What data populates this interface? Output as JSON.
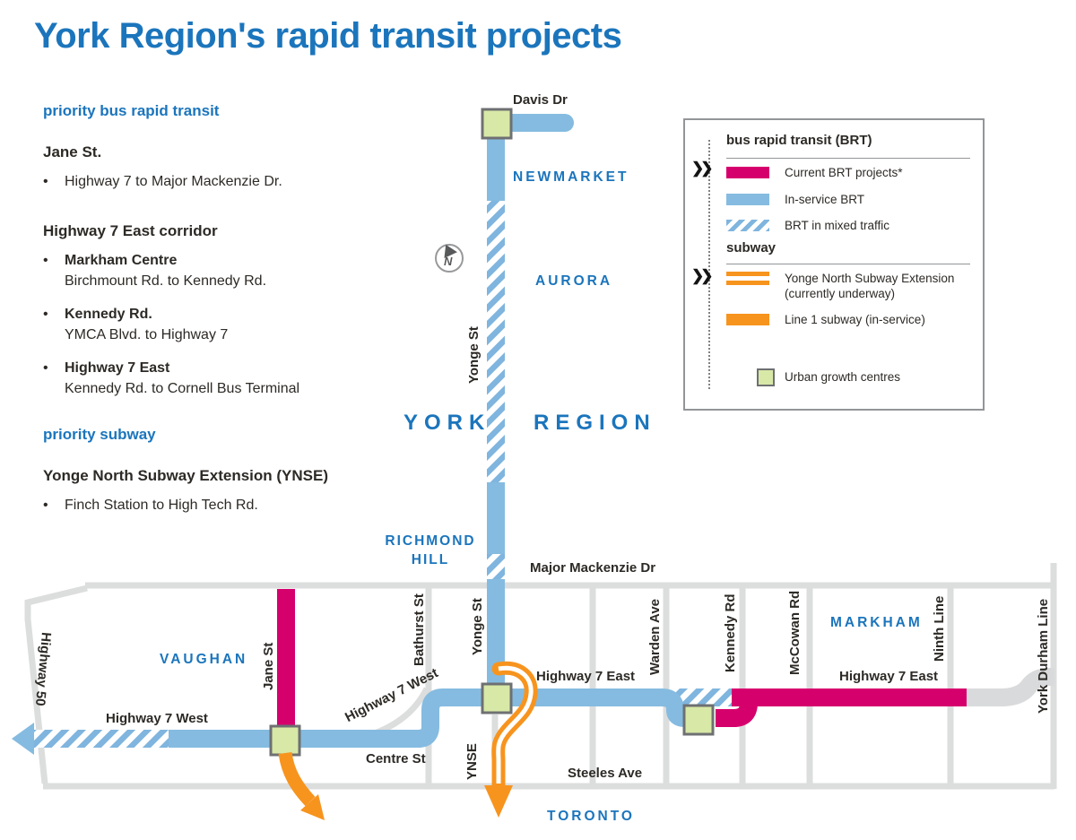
{
  "title": "York Region's rapid transit projects",
  "info_panel": {
    "heading_brt": "priority bus rapid transit",
    "jane": {
      "title": "Jane St.",
      "bullet": "Highway 7 to Major Mackenzie Dr."
    },
    "hwy7east": {
      "title": "Highway 7 East corridor",
      "items": [
        {
          "name": "Markham Centre",
          "detail": "Birchmount Rd. to Kennedy Rd."
        },
        {
          "name": "Kennedy Rd.",
          "detail": "YMCA Blvd. to Highway 7"
        },
        {
          "name": "Highway 7 East",
          "detail": "Kennedy Rd. to Cornell Bus Terminal"
        }
      ]
    },
    "heading_subway": "priority subway",
    "ynse": {
      "title": "Yonge North Subway Extension (YNSE)",
      "bullet": "Finch Station to High Tech Rd."
    }
  },
  "legend": {
    "chevron": "❯❯",
    "brt_heading": "bus rapid transit (BRT)",
    "brt_items": [
      {
        "label": "Current BRT projects*"
      },
      {
        "label": "In-service BRT"
      },
      {
        "label": "BRT in mixed traffic"
      }
    ],
    "subway_heading": "subway",
    "ynse_label_line1": "Yonge North Subway Extension",
    "ynse_label_line2": "(currently underway)",
    "line1_label": "Line 1 subway (in-service)",
    "ugc_label": "Urban growth centres"
  },
  "map": {
    "labels": {
      "davis_dr": "Davis Dr",
      "newmarket": "NEWMARKET",
      "aurora": "AURORA",
      "yonge_upper": "Yonge St",
      "york_region": "YORK REGION",
      "richmond_hill": "RICHMOND HILL",
      "major_mackenzie_dr": "Major Mackenzie Dr",
      "yonge_lower": "Yonge St",
      "bathurst_st": "Bathurst St",
      "jane_st": "Jane St",
      "vaughan": "VAUGHAN",
      "highway_50": "Highway 50",
      "highway_7_west": "Highway 7 West",
      "highway_7_west_curved": "Highway 7 West",
      "centre_st": "Centre St",
      "ynse": "YNSE",
      "steeles_ave": "Steeles Ave",
      "toronto": "TORONTO",
      "highway_7_east_w": "Highway 7 East",
      "warden_ave": "Warden Ave",
      "kennedy_rd": "Kennedy Rd",
      "mccowan_rd": "McCowan Rd",
      "markham": "MARKHAM",
      "ninth_line": "Ninth Line",
      "highway_7_east_e": "Highway 7 East",
      "york_durham_line": "York Durham Line",
      "compass_n": "N"
    }
  },
  "colors": {
    "accent_blue": "#1b75bc",
    "brt_current_magenta": "#d6006d",
    "brt_inservice_blue": "#85bbe0",
    "subway_orange": "#f7941e",
    "urban_growth_green": "#d8e8a7",
    "road_gray": "#dcdddd",
    "text_dark": "#2d2a26"
  }
}
